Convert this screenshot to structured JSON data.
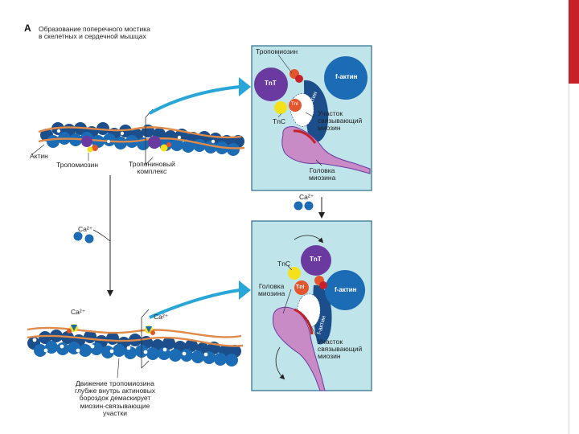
{
  "panel": {
    "letter": "А",
    "title_line1": "Образование поперечного мостика",
    "title_line2": "в скелетных и сердечной мышцах"
  },
  "top_inset": {
    "tropomyosin": "Тропомиозин",
    "tnt": "TnT",
    "tni": "TnI",
    "tnc": "TnC",
    "f_actin_ball": "f-актин",
    "f_actin_strip": "f-актин",
    "binding_site_1": "Участок",
    "binding_site_2": "связывающий",
    "binding_site_3": "миозин",
    "myosin_head_1": "Головка",
    "myosin_head_2": "миозина"
  },
  "bottom_inset": {
    "tnc": "TnC",
    "tnt": "TnT",
    "tni": "TnI",
    "myosin_head_1": "Головка",
    "myosin_head_2": "миозина",
    "f_actin_ball": "f-актин",
    "f_actin_strip": "f-актин",
    "binding_site_1": "Участок",
    "binding_site_2": "связывающий",
    "binding_site_3": "миозин"
  },
  "upper_filament": {
    "actin": "Актин",
    "tropomyosin": "Тропомиозин",
    "troponin_1": "Тропониновый",
    "troponin_2": "комплекс"
  },
  "calcium": {
    "between_insets": "Ca²⁺",
    "left": "Ca²⁺",
    "lower_left": "Ca²⁺",
    "lower_right": "Ca²⁺"
  },
  "caption": {
    "line1": "Движение тропомиозина",
    "line2": "глубже внутрь актиновых",
    "line3": "бороздок демаскирует",
    "line4": "миозин-связывающие",
    "line5": "участки"
  },
  "colors": {
    "inset_bg": "#bfe4ea",
    "inset_border": "#2b6d8a",
    "actin_blue": "#1c6bb5",
    "actin_dark": "#1b4e8a",
    "tropomyosin_orange": "#e08a4a",
    "tnt_purple": "#6a3aa0",
    "tni_red": "#e2552d",
    "tnc_yellow": "#f3e21b",
    "myosin_pink": "#c98bc6",
    "arrow_cyan": "#28a6d8",
    "accent_red": "#c62128"
  }
}
